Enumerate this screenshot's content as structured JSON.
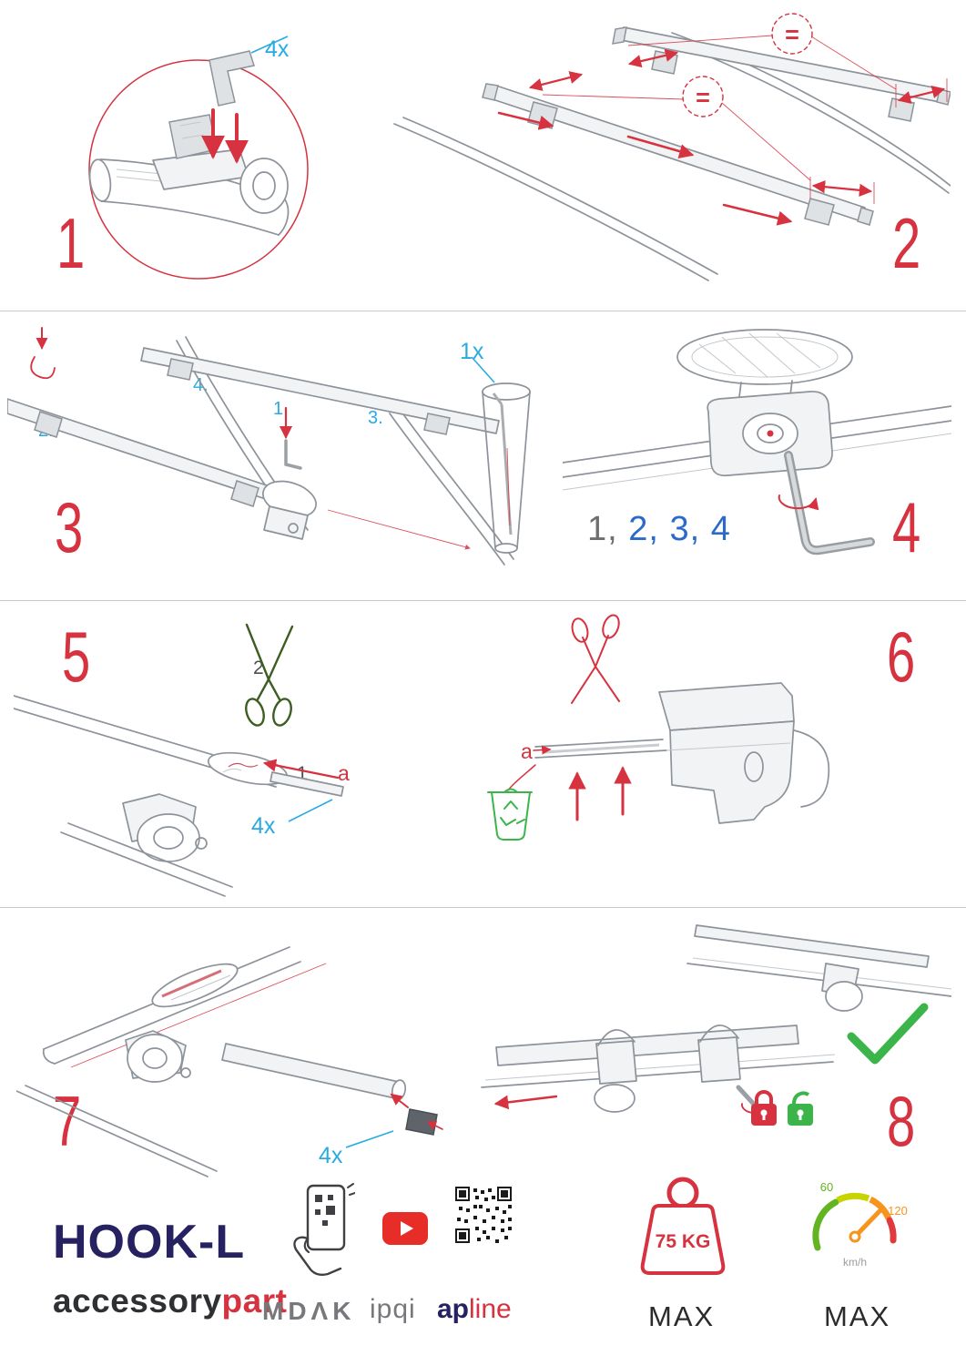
{
  "colors": {
    "step-red": "#d6323f",
    "accent-blue": "#29abe2",
    "seq-blue": "#2a6bc9",
    "navy": "#262262",
    "draw-gray": "#8d939a",
    "green": "#3bb54a",
    "scissors-green": "#3c5e23",
    "youtube-red": "#e62d27",
    "text-dark": "#3b3c3e",
    "logo-gray": "#77787b",
    "gauge-orange": "#f7941d",
    "gauge-green": "#62b420",
    "gauge-yellow": "#c8d400",
    "gauge-red": "#e03a3e"
  },
  "steps": {
    "s1": {
      "number": "1",
      "qty": "4x"
    },
    "s2": {
      "number": "2",
      "equal_top": "=",
      "equal_mid": "="
    },
    "s3": {
      "number": "3",
      "sub1": "1.",
      "sub2": "2.",
      "sub3": "3.",
      "sub4": "4.",
      "qty": "1x"
    },
    "s4": {
      "number": "4",
      "seq_first": "1,",
      "seq_rest": " 2, 3, 4"
    },
    "s5": {
      "number": "5",
      "tag2": "2",
      "tag1": "1",
      "tag_a": "a",
      "qty": "4x"
    },
    "s6": {
      "number": "6",
      "tag_a": "a"
    },
    "s7": {
      "number": "7",
      "qty": "4x"
    },
    "s8": {
      "number": "8"
    }
  },
  "footer": {
    "product": "HOOK-L",
    "brand_left": "accessory",
    "brand_right": "part",
    "logo_mdak": "MDΛK",
    "logo_ipqi": "ipqi",
    "logo_ap": "ap",
    "logo_line": "line",
    "weight_value": "75 KG",
    "weight_max": "MAX",
    "gauge_low": "60",
    "gauge_high": "120",
    "gauge_unit": "km/h",
    "gauge_max": "MAX"
  }
}
